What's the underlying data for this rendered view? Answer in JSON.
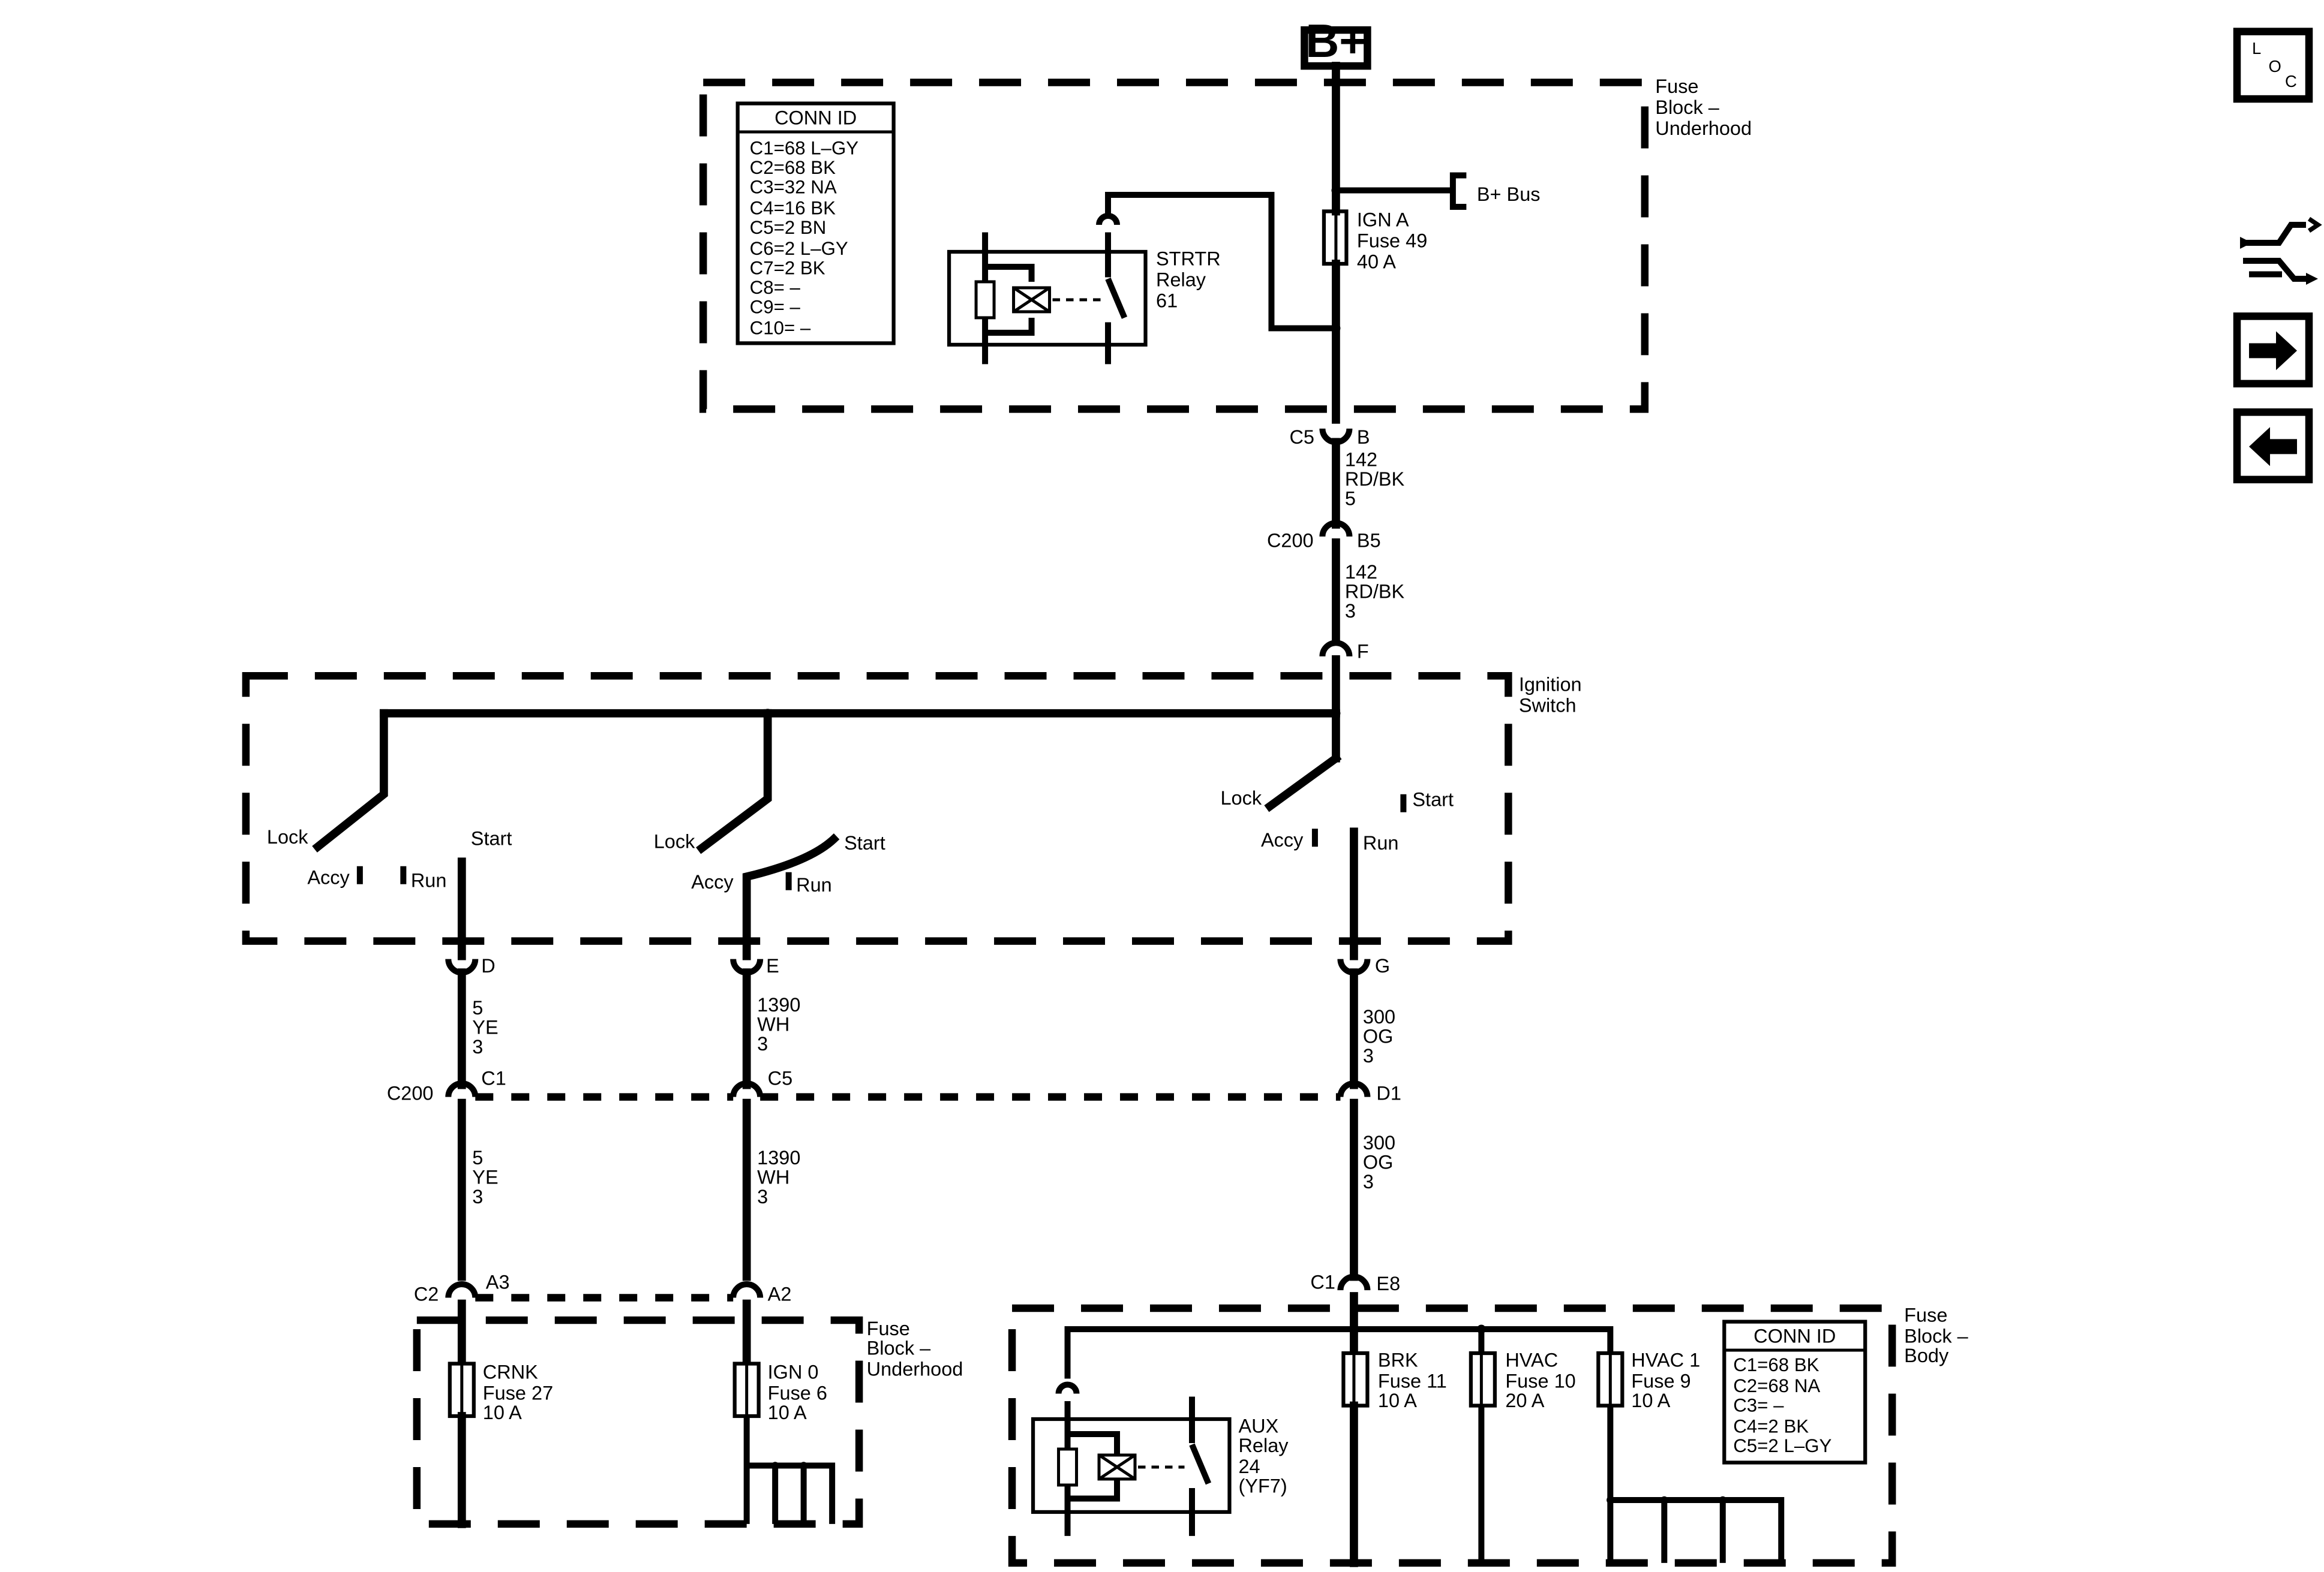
{
  "battery": "B+",
  "fuse_block_underhood_top": {
    "title": [
      "Fuse",
      "Block –",
      "Underhood"
    ],
    "conn_id": {
      "header": "CONN ID",
      "rows": [
        "C1=68 L–GY",
        "C2=68 BK",
        "C3=32 NA",
        "C4=16 BK",
        "C5=2 BN",
        "C6=2 L–GY",
        "C7=2 BK",
        "C8= –",
        "C9= –",
        "C10= –"
      ]
    },
    "strtr_relay": [
      "STRTR",
      "Relay",
      "61"
    ],
    "ign_a_fuse": [
      "IGN A",
      "Fuse 49",
      "40 A"
    ],
    "bus_label": "B+ Bus"
  },
  "c5_connector": {
    "name": "C5",
    "pin": "B"
  },
  "wire_142_a": [
    "142",
    "RD/BK",
    "5"
  ],
  "c200_connector": {
    "name": "C200",
    "pin": "B5"
  },
  "wire_142_b": [
    "142",
    "RD/BK",
    "3"
  ],
  "ignition_switch": {
    "title": [
      "Ignition",
      "Switch"
    ],
    "top_pin": "F",
    "labels": {
      "lock": "Lock",
      "accy": "Accy",
      "run": "Run",
      "start": "Start"
    },
    "pins": [
      "D",
      "E",
      "G"
    ]
  },
  "wires_upper": [
    [
      "5",
      "YE",
      "3"
    ],
    [
      "1390",
      "WH",
      "3"
    ],
    [
      "300",
      "OG",
      "3"
    ]
  ],
  "c200_row": {
    "name": "C200",
    "pins": [
      "C1",
      "C5",
      "D1"
    ]
  },
  "wires_lower": [
    [
      "5",
      "YE",
      "3"
    ],
    [
      "1390",
      "WH",
      "3"
    ],
    [
      "300",
      "OG",
      "3"
    ]
  ],
  "c2_row": {
    "name": "C2",
    "pins": [
      "A3",
      "A2"
    ]
  },
  "c1_body": {
    "name": "C1",
    "pin": "E8"
  },
  "fuse_block_underhood_bottom": {
    "title": [
      "Fuse",
      "Block –",
      "Underhood"
    ],
    "crnk_fuse": [
      "CRNK",
      "Fuse 27",
      "10 A"
    ],
    "ign0_fuse": [
      "IGN 0",
      "Fuse 6",
      "10 A"
    ]
  },
  "fuse_block_body": {
    "title": [
      "Fuse",
      "Block –",
      "Body"
    ],
    "aux_relay": [
      "AUX",
      "Relay",
      "24",
      "(YF7)"
    ],
    "brk_fuse": [
      "BRK",
      "Fuse 11",
      "10 A"
    ],
    "hvac_fuse": [
      "HVAC",
      "Fuse 10",
      "20 A"
    ],
    "hvac1_fuse": [
      "HVAC 1",
      "Fuse 9",
      "10 A"
    ],
    "conn_id": {
      "header": "CONN ID",
      "rows": [
        "C1=68 BK",
        "C2=68 NA",
        "C3= –",
        "C4=2 BK",
        "C5=2 L–GY"
      ]
    }
  },
  "side_nav": {
    "loc": [
      "L",
      "O",
      "C"
    ],
    "icons": [
      "component-locator-icon",
      "schematic-flow-icon",
      "arrow-right-icon",
      "arrow-left-icon"
    ]
  }
}
